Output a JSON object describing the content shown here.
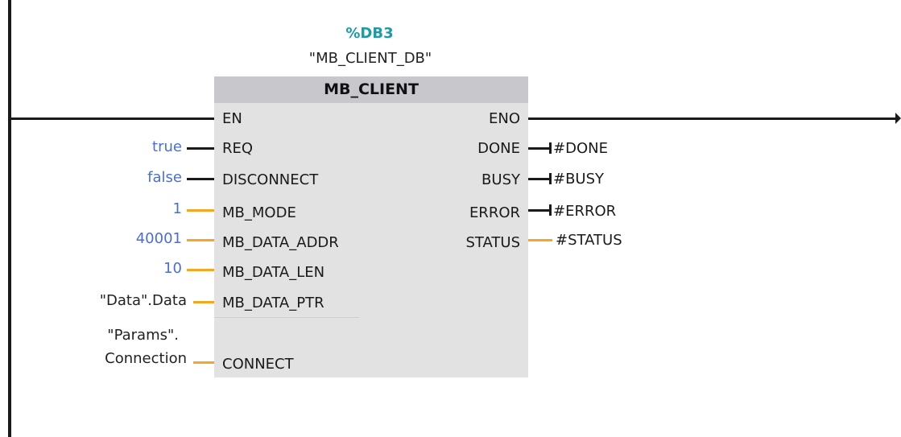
{
  "instance": {
    "db_number": "%DB3",
    "db_name": "\"MB_CLIENT_DB\""
  },
  "block": {
    "title": "MB_CLIENT"
  },
  "inputs": [
    {
      "pin": "EN",
      "value": ""
    },
    {
      "pin": "REQ",
      "value": "true"
    },
    {
      "pin": "DISCONNECT",
      "value": "false"
    },
    {
      "pin": "MB_MODE",
      "value": "1"
    },
    {
      "pin": "MB_DATA_ADDR",
      "value": "40001"
    },
    {
      "pin": "MB_DATA_LEN",
      "value": "10"
    },
    {
      "pin": "MB_DATA_PTR",
      "value": "\"Data\".Data"
    },
    {
      "pin": "CONNECT",
      "value_line1": "\"Params\".",
      "value_line2": "Connection"
    }
  ],
  "outputs": [
    {
      "pin": "ENO",
      "value": ""
    },
    {
      "pin": "DONE",
      "value": "#DONE"
    },
    {
      "pin": "BUSY",
      "value": "#BUSY"
    },
    {
      "pin": "ERROR",
      "value": "#ERROR"
    },
    {
      "pin": "STATUS",
      "value": "#STATUS"
    }
  ],
  "colors": {
    "param_value": "#4a6fd0",
    "db_number": "#1a9ba8",
    "bool_wire": "#1a1a1a",
    "data_wire": "#f5a623",
    "block_fill": "#e2e2e2",
    "block_header": "#c7c7cc"
  }
}
